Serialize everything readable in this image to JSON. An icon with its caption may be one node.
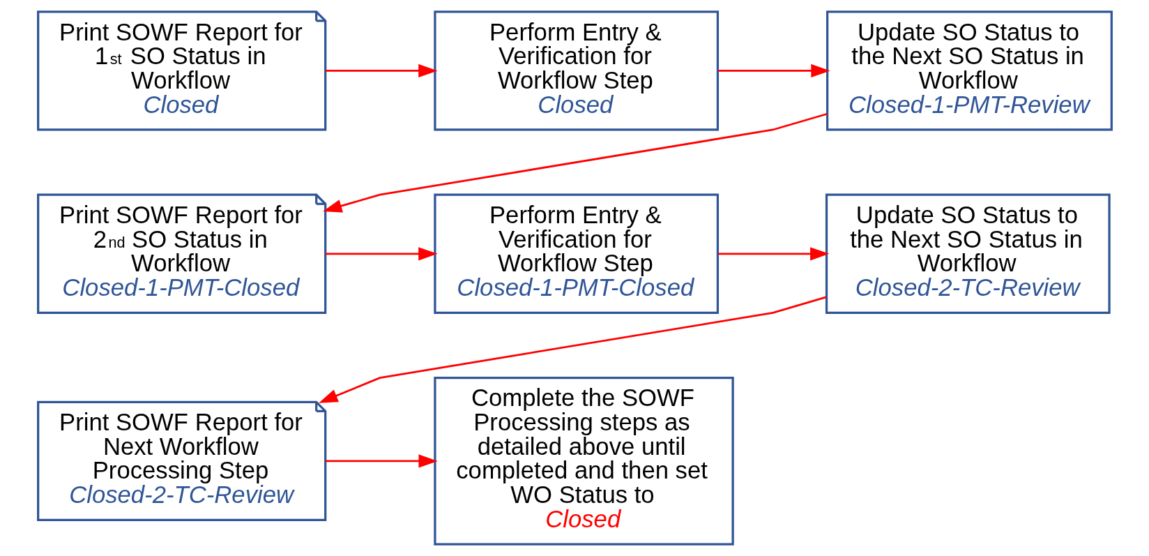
{
  "diagram": {
    "nodes": [
      {
        "text": [
          "Print SOWF Report for 1$^{st}$ SO Status in Workflow",
          "Closed"
        ]
      },
      {
        "text": [
          "Perform Entry & Verification for Workflow Step",
          "Closed"
        ]
      },
      {
        "text": [
          "Update SO Status to the Next SO Status in Workflow",
          "Closed-1-PMT-Review"
        ]
      },
      {
        "text": [
          "Print SOWF Report for 2$^{nd}$ SO Status in Workflow",
          "Closed-1-PMT-Closed"
        ]
      },
      {
        "text": [
          "Perform Entry & Verification for Workflow Step",
          "Closed-1-PMT-Closed"
        ]
      },
      {
        "text": [
          "Update SO Status to the Next SO Status in Workflow",
          "Closed-2-TC-Review"
        ]
      },
      {
        "text": [
          "Print SOWF Report for Next Workflow Processing Step",
          "Closed-2-TC-Review"
        ]
      },
      {
        "text": [
          "Complete the SOWF Processing steps as detailed above until completed and then set WO Status to",
          "Closed"
        ]
      }
    ],
    "edges": [
      {
        "from": 0,
        "to": 1,
        "arrow": "to"
      },
      {
        "from": 1,
        "to": 2,
        "arrow": "to"
      },
      {
        "from": 2,
        "to": 3,
        "arrow": "to"
      },
      {
        "from": 3,
        "to": 4,
        "arrow": "to"
      },
      {
        "from": 4,
        "to": 5,
        "arrow": "to"
      },
      {
        "from": 5,
        "to": 6,
        "arrow": "to"
      },
      {
        "from": 6,
        "to": 7,
        "arrow": "to"
      }
    ]
  }
}
